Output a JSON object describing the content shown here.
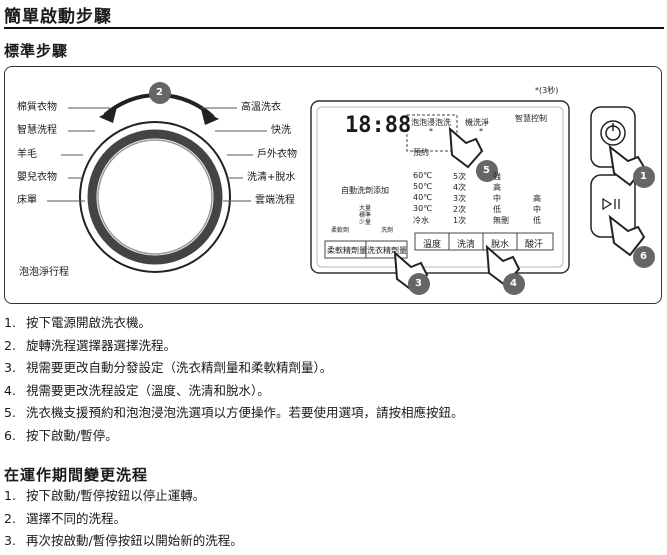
{
  "page_title": "簡單啟動步驟",
  "section1_title": "標準步驟",
  "diagram": {
    "left_labels": [
      "棉質衣物",
      "智慧洗程",
      "羊毛",
      "嬰兒衣物",
      "床單"
    ],
    "right_labels": [
      "高溫洗衣",
      "快洗",
      "戶外衣物",
      "洗清+脫水",
      "雲端洗程"
    ],
    "bubble_label": "泡泡淨行程",
    "callouts": [
      "2",
      "5",
      "1",
      "6",
      "3",
      "4"
    ],
    "panel": {
      "time_digits": "18:88",
      "note": "*(3秒)",
      "options_top": [
        "泡泡浸泡洗",
        "機洗淨",
        "智慧控制"
      ],
      "option_sub": [
        "*",
        "*"
      ],
      "preset": "預約",
      "temp_col": [
        "60℃",
        "50℃",
        "40℃",
        "30℃",
        "冷水"
      ],
      "rinse_col": [
        "5次",
        "4次",
        "3次",
        "2次",
        "1次"
      ],
      "spin_col": [
        "強",
        "高",
        "中",
        "低",
        "無刪"
      ],
      "level_col": [
        "高",
        "中",
        "低"
      ],
      "auto_dispense": "自動洗劑添加",
      "disp_small": [
        "柔軟劑",
        "洗劑"
      ],
      "disp_amount": [
        "大量",
        "標準",
        "少量"
      ],
      "buttons_left": [
        "柔軟精劑量",
        "洗衣精劑量"
      ],
      "buttons_right": [
        "溫度",
        "洗清",
        "脫水",
        "酸汗"
      ]
    }
  },
  "steps": [
    "按下電源開啟洗衣機。",
    "旋轉洗程選擇器選擇洗程。",
    "視需要更改自動分發設定（洗衣精劑量和柔軟精劑量）。",
    "視需要更改洗程設定（溫度、洗清和脫水）。",
    "洗衣機支援預約和泡泡浸泡洗選項以方便操作。若要使用選項，請按相應按鈕。",
    "按下啟動/暫停。"
  ],
  "section2_title": "在運作期間變更洗程",
  "steps2": [
    "按下啟動/暫停按鈕以停止運轉。",
    "選擇不同的洗程。",
    "再次按啟動/暫停按鈕以開始新的洗程。"
  ]
}
